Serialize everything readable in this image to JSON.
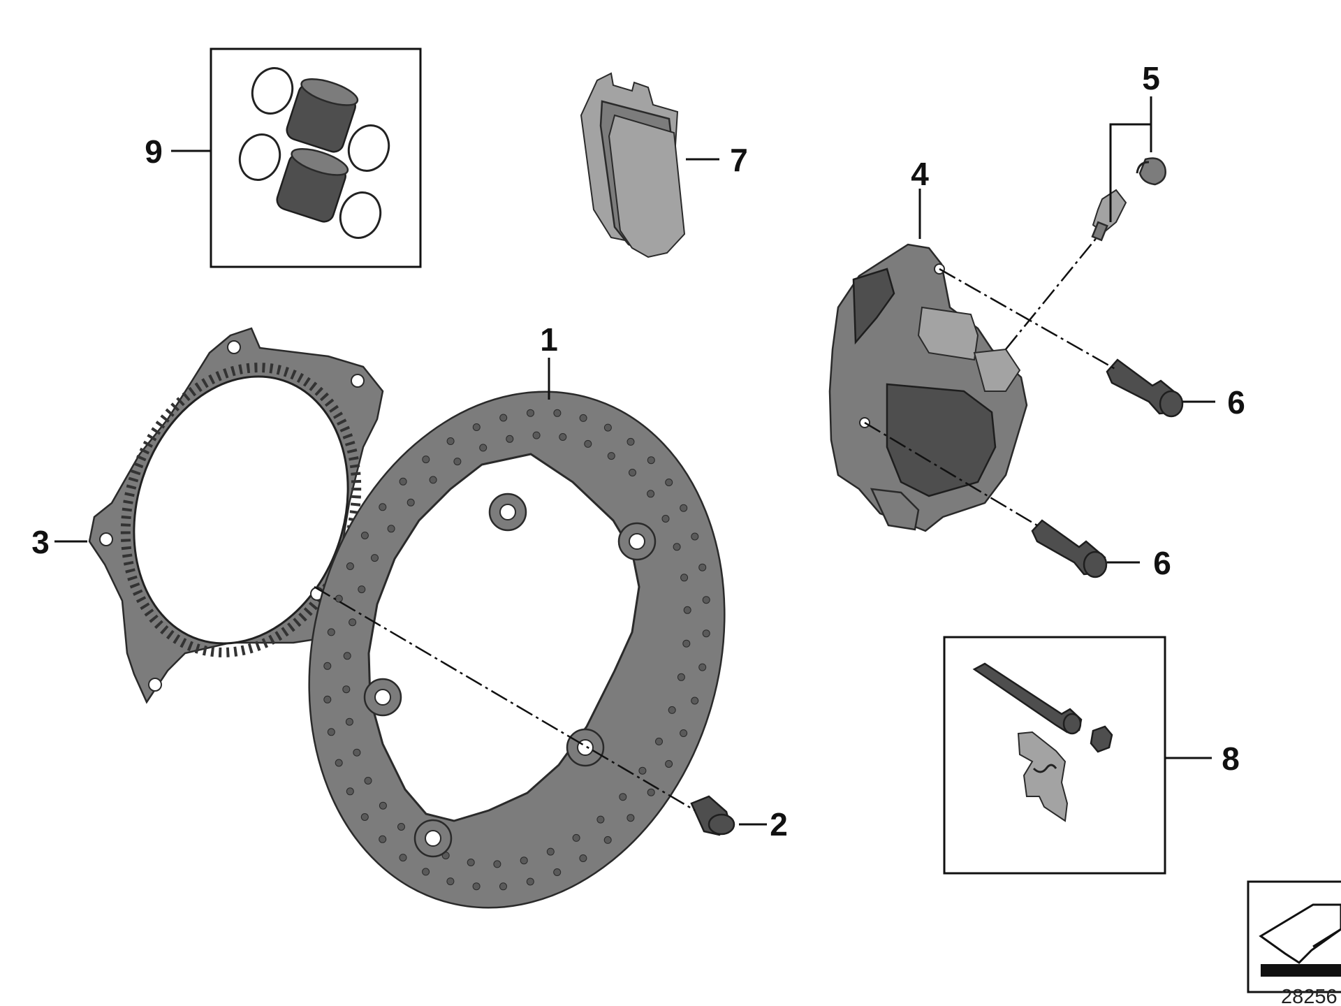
{
  "callouts": [
    {
      "id": "1",
      "label": "1"
    },
    {
      "id": "2",
      "label": "2"
    },
    {
      "id": "3",
      "label": "3"
    },
    {
      "id": "4",
      "label": "4"
    },
    {
      "id": "5",
      "label": "5"
    },
    {
      "id": "6a",
      "label": "6"
    },
    {
      "id": "6b",
      "label": "6"
    },
    {
      "id": "7",
      "label": "7"
    },
    {
      "id": "8",
      "label": "8"
    },
    {
      "id": "9",
      "label": "9"
    }
  ],
  "document_number": "28256",
  "icons": [
    "brake-disc-icon",
    "abs-sensor-ring-icon",
    "brake-caliper-icon",
    "brake-pad-icon",
    "bleeder-valve-icon",
    "bolt-icon",
    "piston-seal-kit-icon",
    "mounting-kit-icon",
    "corner-arrow-icon"
  ],
  "colors": {
    "metal": "#7c7c7c",
    "metal_dark": "#4e4e4e",
    "line": "#111111",
    "background": "#ffffff"
  }
}
